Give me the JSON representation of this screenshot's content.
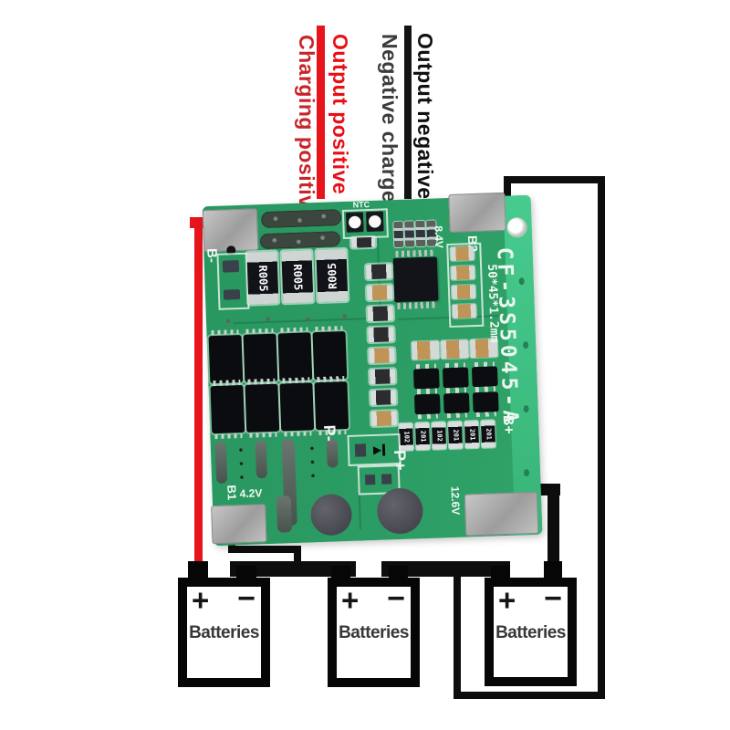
{
  "diagram": {
    "annotations": [
      {
        "id": "charging_positive",
        "label": "Charging positive",
        "color": "#c8242a"
      },
      {
        "id": "output_positive",
        "label": "Output positive",
        "color": "#e81016"
      },
      {
        "id": "negative_charge",
        "label": "Negative charge",
        "color": "#3c3c3c"
      },
      {
        "id": "output_negative",
        "label": "Output negative",
        "color": "#101010"
      }
    ],
    "wire_colors": {
      "positive": "#e8141c",
      "negative": "#0d0d0d"
    }
  },
  "pcb": {
    "model": "CF-3S5045-A",
    "dimensions": "50*45*1.2mm",
    "labels": {
      "b_minus": "B-",
      "ntc": "NTC",
      "pack_voltage_top": "8.4V",
      "b2": "B2",
      "b1": "B1",
      "cell_voltage": "4.2V",
      "p_minus": "P-",
      "p_plus": "P+",
      "b_plus": "B+",
      "pack_voltage_bottom": "12.6V"
    },
    "components": {
      "shunt_resistor_label": "R005",
      "resistor_row_labels": [
        "102",
        "201",
        "102",
        "201",
        "201",
        "201"
      ]
    },
    "colors": {
      "board_green": "#2b9c63",
      "edge_green": "#3fc488"
    }
  },
  "batteries": {
    "label": "Batteries",
    "plus_symbol": "+",
    "minus_symbol": "−",
    "count": 3
  }
}
